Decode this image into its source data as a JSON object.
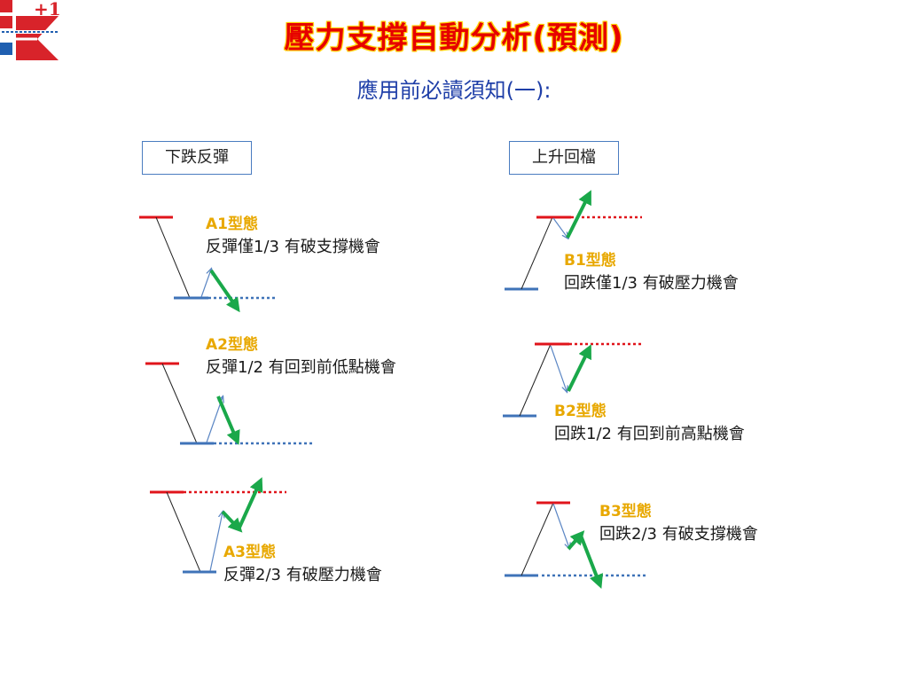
{
  "logo": {
    "mark": "+1"
  },
  "title": "壓力支撐自動分析(預測)",
  "subtitle": "應用前必讀須知(一):",
  "categories": {
    "left": "下跌反彈",
    "right": "上升回檔"
  },
  "patterns": [
    {
      "code": "A1",
      "type": "型態",
      "desc": "反彈僅1/3 有破支撐機會"
    },
    {
      "code": "A2",
      "type": "型態",
      "desc": "反彈1/2 有回到前低點機會"
    },
    {
      "code": "A3",
      "type": "型態",
      "desc": "反彈2/3 有破壓力機會"
    },
    {
      "code": "B1",
      "type": "型態",
      "desc": "回跌僅1/3 有破壓力機會"
    },
    {
      "code": "B2",
      "type": "型態",
      "desc": "回跌1/2 有回到前高點機會"
    },
    {
      "code": "B3",
      "type": "型態",
      "desc": "回跌2/3 有破支撐機會"
    }
  ],
  "colors": {
    "title": "#e60000",
    "title_glow": "#ffd000",
    "subtitle": "#1f3fa8",
    "label_code": "#e8a800",
    "resistance": "#e0141b",
    "support": "#3f73b8",
    "arrow_green": "#1aa84a",
    "arrow_blue": "#5b86c4"
  }
}
